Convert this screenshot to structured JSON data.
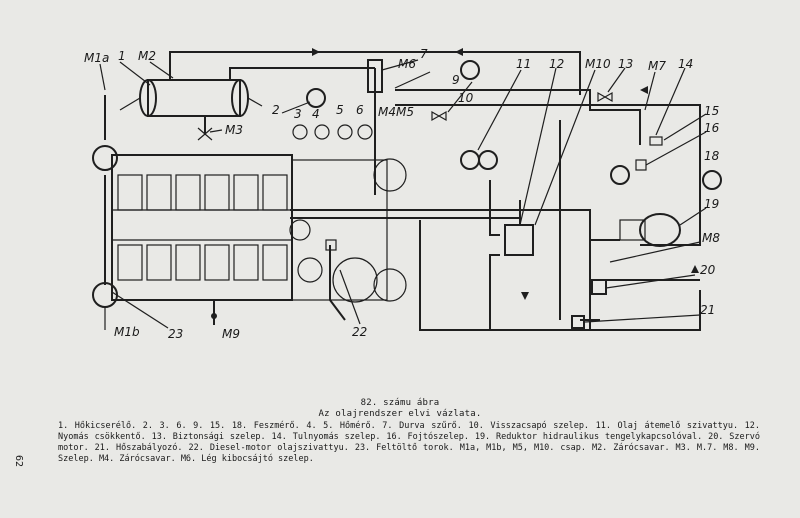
{
  "labels": {
    "n1": "1",
    "n2": "2",
    "n3": "3",
    "n4": "4",
    "n5": "5",
    "n6": "6",
    "n7": "7",
    "n9": "9",
    "n10": "10",
    "n11": "11",
    "n12": "12",
    "n13": "13",
    "n14": "14",
    "n15": "15",
    "n16": "16",
    "n18": "18",
    "n19": "19",
    "n20": "20",
    "n21": "21",
    "n22": "22",
    "n23": "23",
    "m1a": "M1a",
    "m2": "M2",
    "m3": "M3",
    "m4": "M4",
    "m5": "M5",
    "m6": "M6",
    "m7": "M7",
    "m8": "M8",
    "m9": "M9",
    "m10": "M10",
    "m1b": "M1b"
  },
  "caption": {
    "figure_number": "82. számu ábra",
    "title": "Az olajrendszer elvi vázlata.",
    "text": "1. Hőkicserélő. 2. 3. 6. 9. 15. 18. Feszmérő. 4. 5. Hőmérő. 7. Durva szűrő. 10. Visszacsapó szelep. 11. Olaj átemelő szivattyu. 12. Nyomás csökkentő. 13. Biztonsági szelep. 14. Tulnyomás szelep. 16. Fojtószelep. 19. Reduktor hidraulikus tengelykapcsolóval. 20. Szervó motor. 21. Hőszabályozó. 22. Diesel-motor olajszivattyu. 23. Feltöltő torok. M1a, M1b, M5, M10. csap. M2. Zárócsavar. M3. M.7. M8. M9. Szelep. M4. Zárócsavar. M6. Lég kibocsájtó szelep."
  },
  "page_number": "62"
}
